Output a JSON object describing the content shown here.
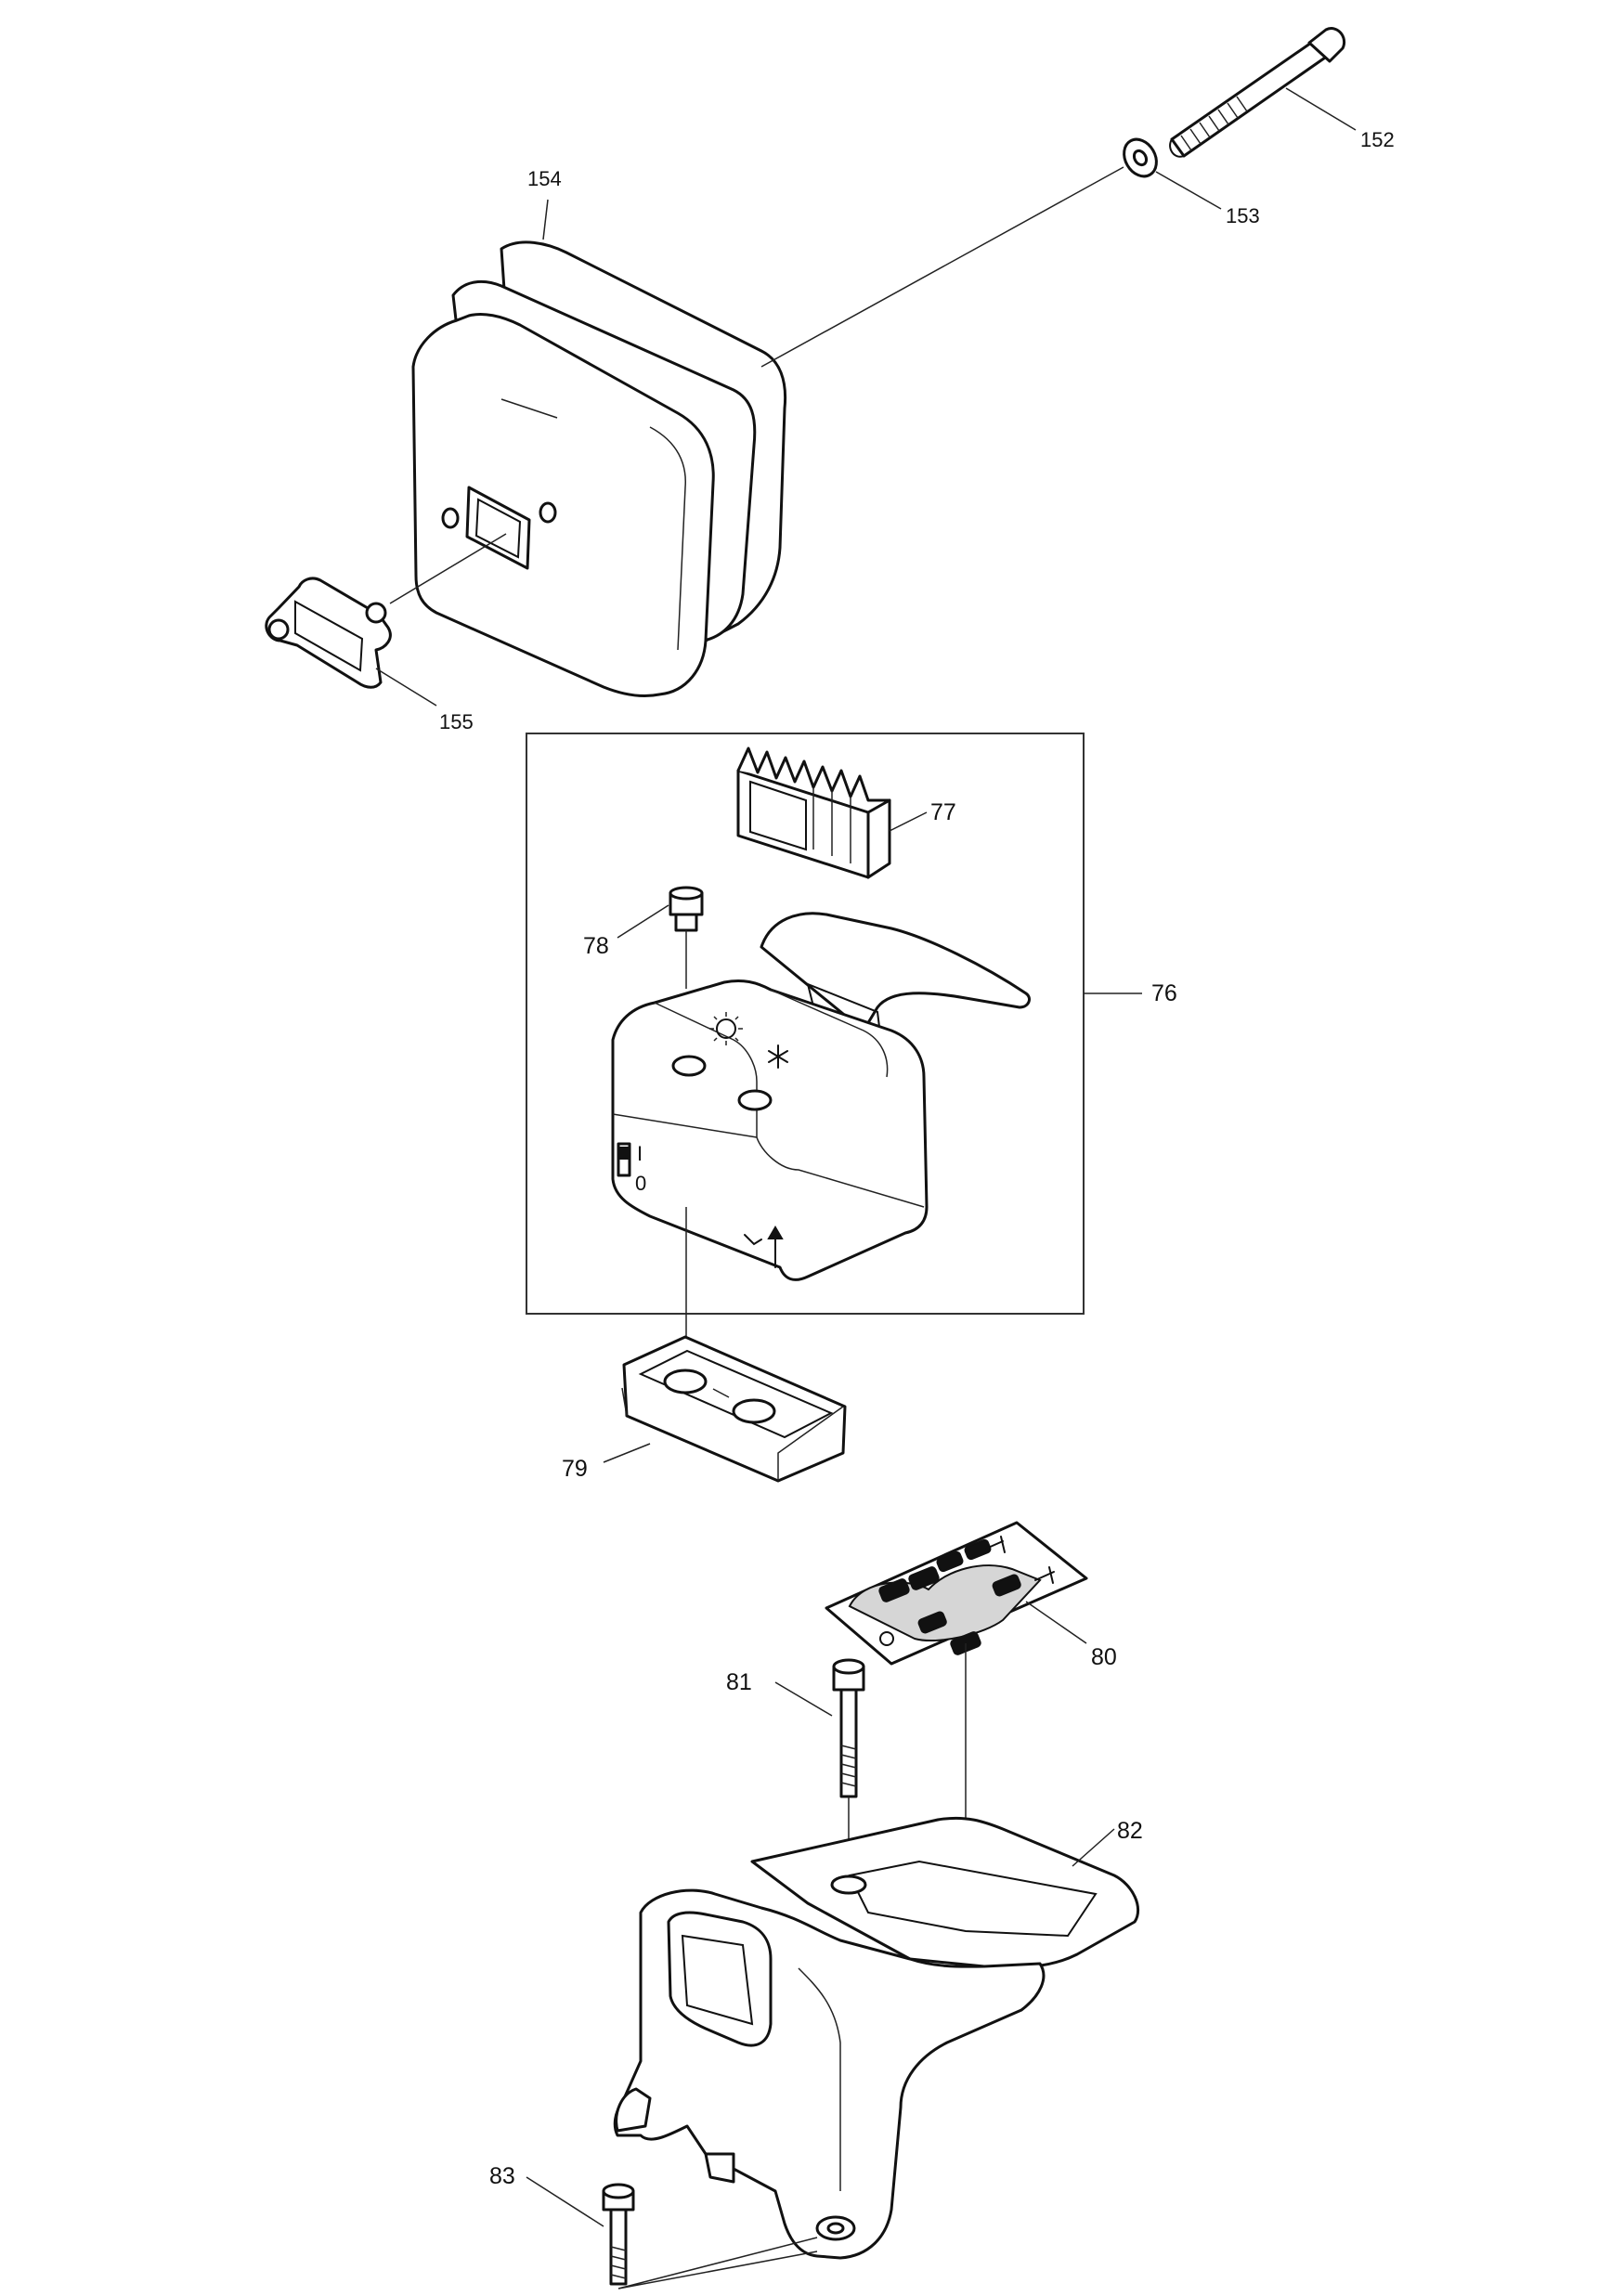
{
  "callouts": {
    "c152": "152",
    "c153": "153",
    "c154": "154",
    "c155": "155",
    "c76": "76",
    "c77": "77",
    "c78": "78",
    "c79": "79",
    "c80": "80",
    "c81": "81",
    "c82": "82",
    "c83": "83"
  },
  "labels": {
    "switch_on": "I",
    "switch_off": "0"
  },
  "colors": {
    "line": "#111111",
    "background": "#ffffff",
    "decal_fill": "#d6d6d6"
  },
  "icons": [
    "sun-icon",
    "snowflake-icon",
    "arrow-up-icon"
  ]
}
